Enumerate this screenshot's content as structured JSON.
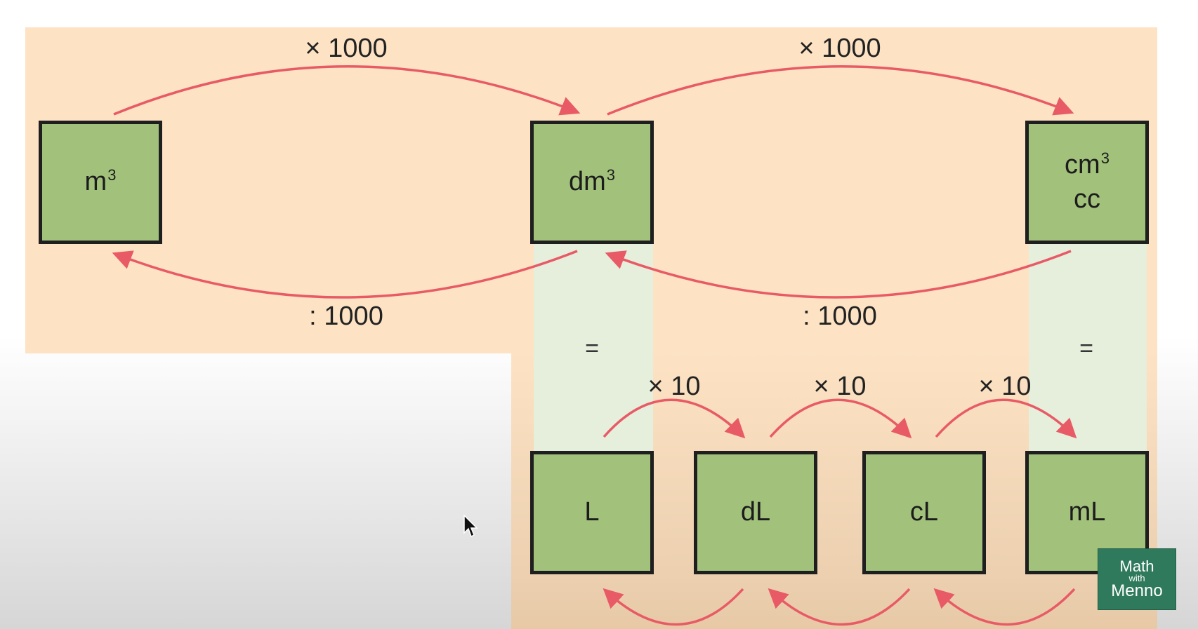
{
  "top_units": {
    "m3": {
      "base": "m",
      "sup": "3"
    },
    "dm3": {
      "base": "dm",
      "sup": "3"
    },
    "cm3": {
      "base": "cm",
      "sup": "3",
      "alt": "cc"
    }
  },
  "top_arrows": {
    "multiply_left": "× 1000",
    "multiply_right": "× 1000",
    "divide_left": ": 1000",
    "divide_right": ": 1000"
  },
  "equals": {
    "left": "=",
    "right": "="
  },
  "bottom_units": [
    "L",
    "dL",
    "cL",
    "mL"
  ],
  "bottom_arrows": {
    "multiply": [
      "× 10",
      "× 10",
      "× 10"
    ]
  },
  "logo": {
    "line1": "Math",
    "line2": "with",
    "line3": "Menno"
  },
  "colors": {
    "background": "#fde3c4",
    "box": "#a2c27c",
    "arrow": "#e85a66",
    "logo": "#2f7a5c"
  }
}
